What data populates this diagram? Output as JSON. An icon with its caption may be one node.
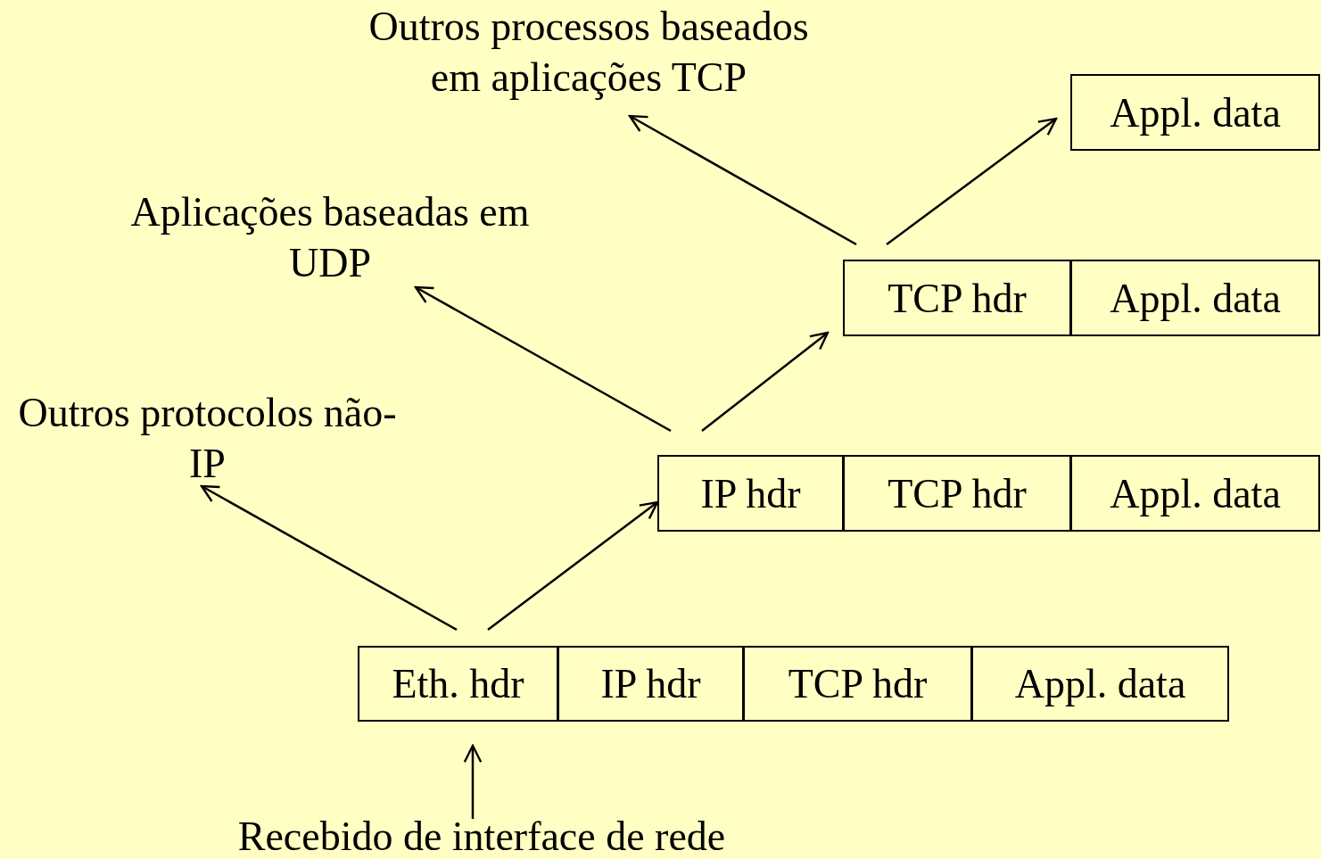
{
  "diagram": {
    "nodes": [
      {
        "text": [
          "Outros processos baseados em aplicações TCP"
        ]
      },
      {
        "text": [
          "Appl. data"
        ]
      },
      {
        "text": [
          "Aplicações baseadas em UDP"
        ]
      },
      {
        "text": [
          "TCP hdr"
        ]
      },
      {
        "text": [
          "Appl. data"
        ]
      },
      {
        "text": [
          "Outros protocolos não-IP"
        ]
      },
      {
        "text": [
          "IP hdr"
        ]
      },
      {
        "text": [
          "TCP hdr"
        ]
      },
      {
        "text": [
          "Appl. data"
        ]
      },
      {
        "text": [
          "Eth. hdr"
        ]
      },
      {
        "text": [
          "IP hdr"
        ]
      },
      {
        "text": [
          "TCP hdr"
        ]
      },
      {
        "text": [
          "Appl. data"
        ]
      },
      {
        "text": [
          "Recebido de interface de rede"
        ]
      }
    ],
    "edges": [
      {
        "from": 9,
        "to": 5,
        "arrow": "to"
      },
      {
        "from": 9,
        "to": 6,
        "arrow": "to"
      },
      {
        "from": 6,
        "to": 2,
        "arrow": "to"
      },
      {
        "from": 6,
        "to": 3,
        "arrow": "to"
      },
      {
        "from": 3,
        "to": 0,
        "arrow": "to"
      },
      {
        "from": 3,
        "to": 1,
        "arrow": "to"
      },
      {
        "from": 13,
        "to": 9,
        "arrow": "to"
      }
    ]
  }
}
